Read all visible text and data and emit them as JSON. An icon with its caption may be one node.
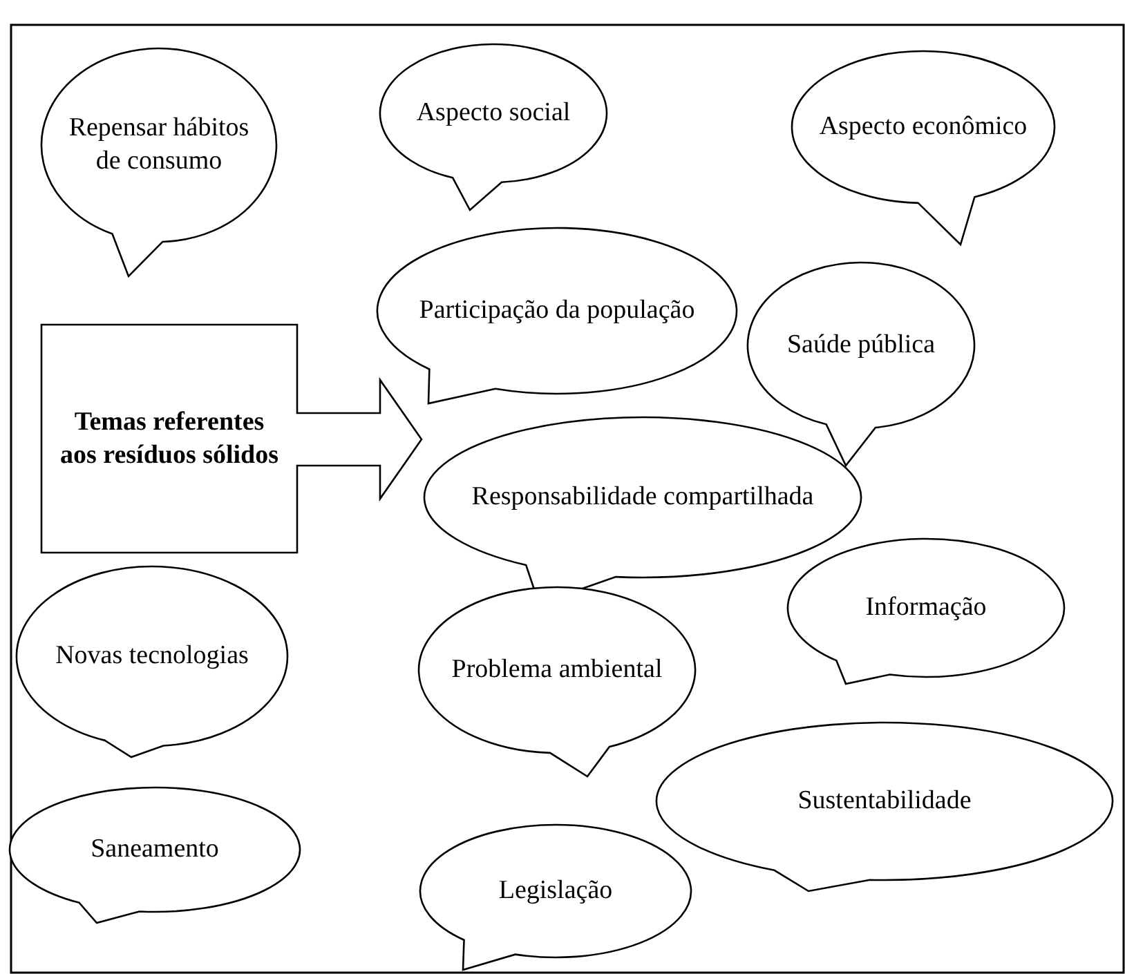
{
  "diagram": {
    "nodes": [
      {
        "text": [
          "Repensar hábitos de consumo"
        ]
      },
      {
        "text": [
          "Aspecto social"
        ]
      },
      {
        "text": [
          "Aspecto econômico"
        ]
      },
      {
        "text": [
          "Participação da população"
        ]
      },
      {
        "text": [
          "Saúde pública"
        ]
      },
      {
        "text": [
          "Temas referentes aos resíduos sólidos"
        ]
      },
      {
        "text": [
          "Responsabilidade compartilhada"
        ]
      },
      {
        "text": [
          "Informação"
        ]
      },
      {
        "text": [
          "Novas tecnologias"
        ]
      },
      {
        "text": [
          "Problema ambiental"
        ]
      },
      {
        "text": [
          "Sustentabilidade"
        ]
      },
      {
        "text": [
          "Saneamento"
        ]
      },
      {
        "text": [
          "Legislação"
        ]
      }
    ],
    "edges": []
  }
}
